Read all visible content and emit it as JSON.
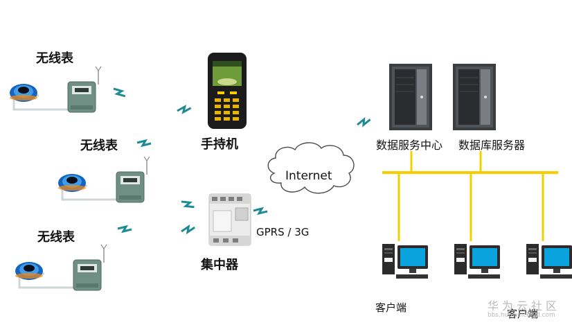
{
  "meters": [
    {
      "label": "无线表"
    },
    {
      "label": "无线表"
    },
    {
      "label": "无线表"
    }
  ],
  "handheld": {
    "label": "手持机"
  },
  "concentrator": {
    "label": "集中器"
  },
  "network": {
    "cloud_label": "Internet",
    "link_label": "GPRS / 3G"
  },
  "servers": {
    "data_center_label": "数据服务中心",
    "db_server_label": "数据库服务器"
  },
  "clients": {
    "label": "客户端",
    "label_overlap": "客户端"
  },
  "watermark": {
    "text": "华为云社区",
    "url": "bbs.huaweicloud.com"
  },
  "colors": {
    "bus": "#f5d000",
    "flame": "#1565c0",
    "meter_body": "#6f8f84",
    "signal": "#1e8a96",
    "screen": "#0aa3dd"
  }
}
